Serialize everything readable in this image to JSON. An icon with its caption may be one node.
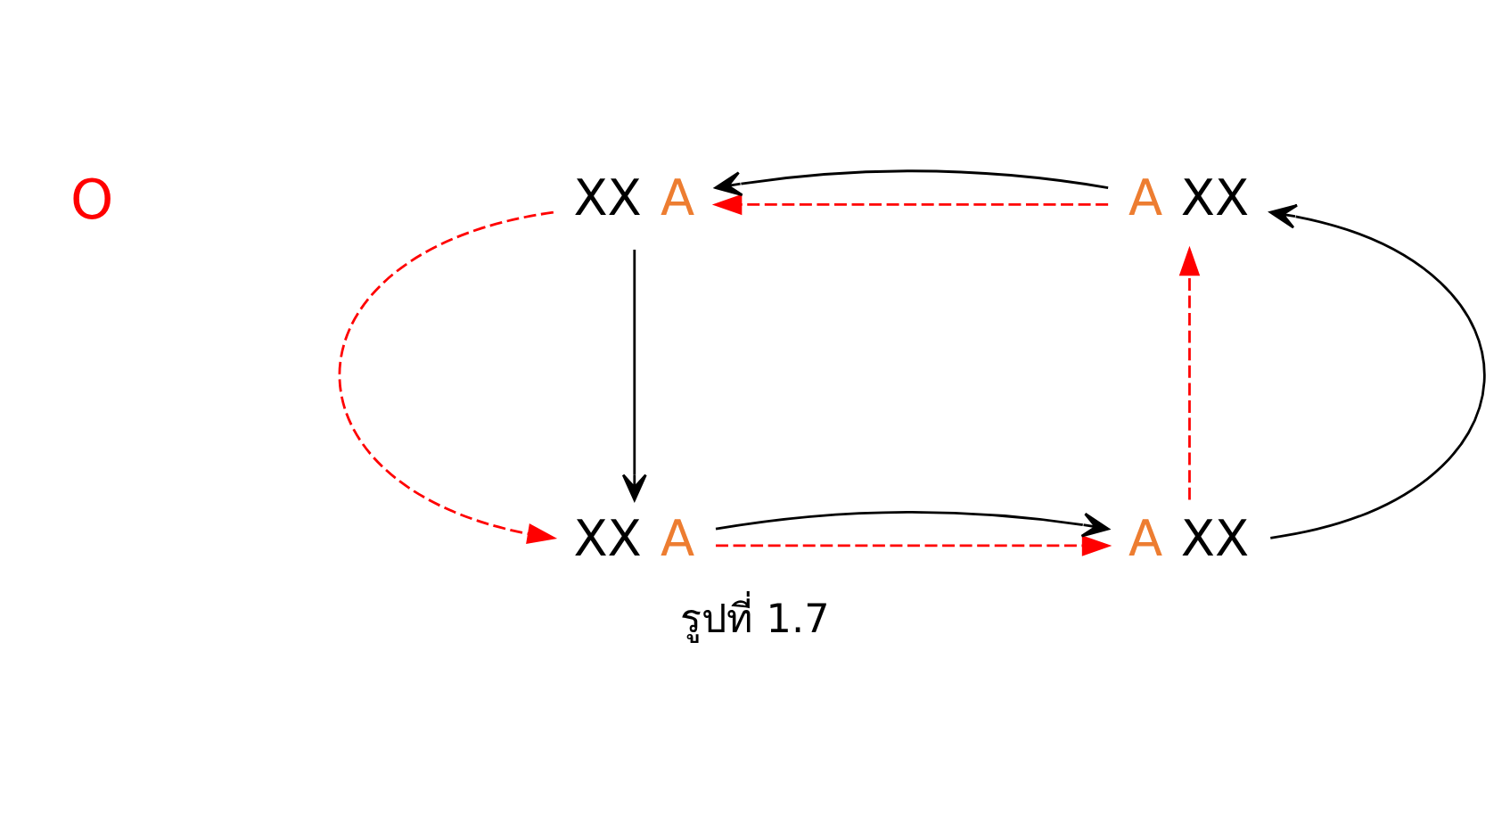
{
  "diagram": {
    "caption": "รูปที่ 1.7",
    "nodes": [
      {
        "text": [
          "XX",
          "A"
        ]
      },
      {
        "text": [
          "A",
          "XX"
        ]
      },
      {
        "text": [
          "XX",
          "A"
        ]
      },
      {
        "text": [
          "A",
          "XX"
        ]
      }
    ],
    "edges": [
      {
        "from": 1,
        "to": 0,
        "arrow": "to",
        "style": "dashed",
        "color": "#ff0000"
      },
      {
        "from": 0,
        "to": 2,
        "arrow": "to",
        "style": "dashed",
        "color": "#ff0000"
      },
      {
        "from": 2,
        "to": 3,
        "arrow": "to",
        "style": "dashed",
        "color": "#ff0000"
      },
      {
        "from": 3,
        "to": 1,
        "arrow": "to",
        "style": "dashed",
        "color": "#ff0000"
      },
      {
        "from": 1,
        "to": 0,
        "arrow": "to",
        "color": "#000000"
      },
      {
        "from": 0,
        "to": 2,
        "arrow": "to",
        "color": "#000000"
      },
      {
        "from": 2,
        "to": 3,
        "arrow": "to",
        "color": "#000000"
      },
      {
        "from": 3,
        "to": 1,
        "arrow": "to",
        "color": "#000000"
      }
    ],
    "labels": [
      "O"
    ]
  }
}
